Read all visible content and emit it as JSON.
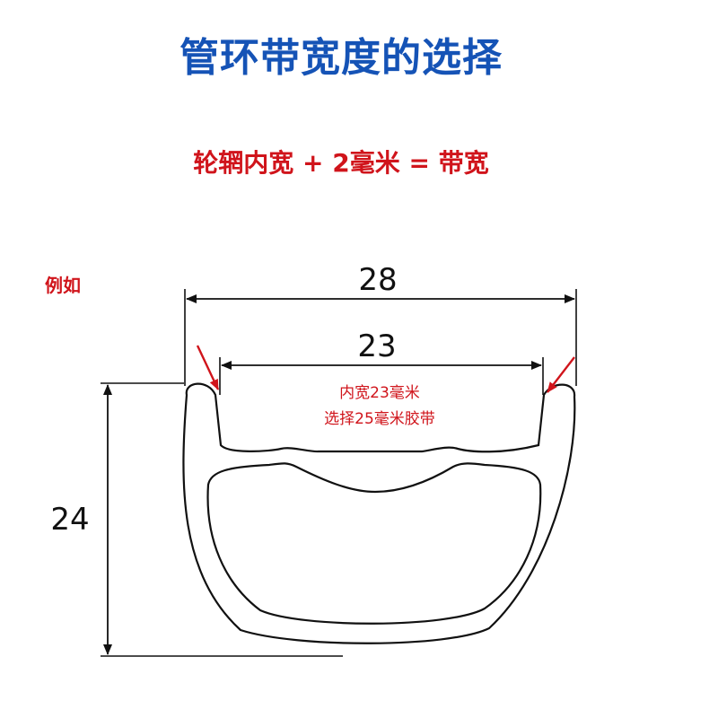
{
  "title": "管环带宽度的选择",
  "formula": "轮辋内宽 + 2毫米 = 带宽",
  "example_label": "例如",
  "dimensions": {
    "outer_width": "28",
    "inner_width": "23",
    "height": "24"
  },
  "note": {
    "line1": "内宽23毫米",
    "line2": "选择25毫米胶带"
  },
  "colors": {
    "title": "#1553b6",
    "accent_red": "#d0141b",
    "line": "#111111"
  }
}
